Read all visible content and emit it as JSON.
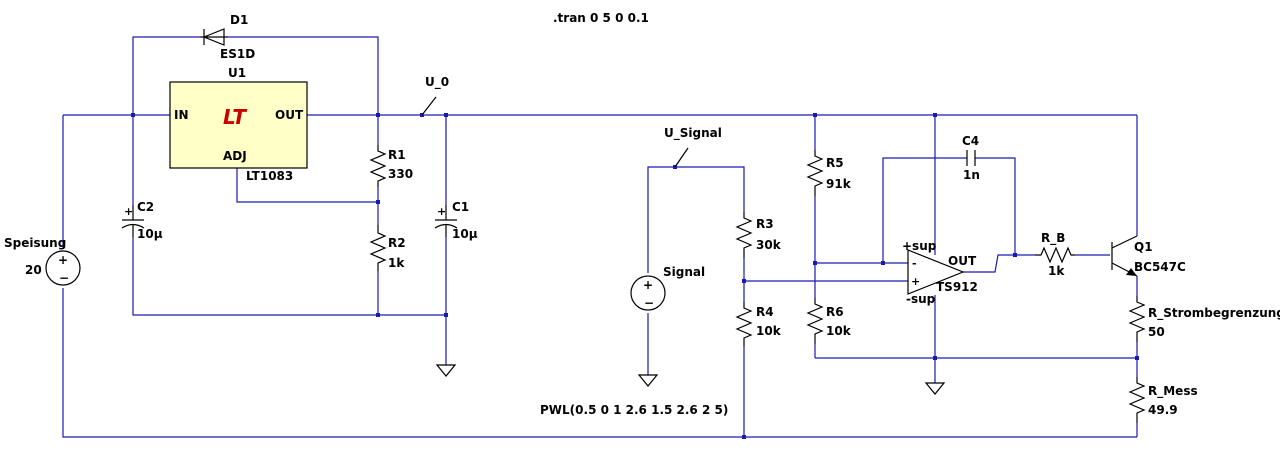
{
  "directive": ".tran 0 5 0 0.1",
  "d1": {
    "ref": "D1",
    "value": "ES1D"
  },
  "u1": {
    "ref": "U1",
    "part": "LT1083",
    "pin_in": "IN",
    "pin_out": "OUT",
    "pin_adj": "ADJ",
    "logo": "LT"
  },
  "net_u0": "U_0",
  "net_usignal": "U_Signal",
  "r1": {
    "ref": "R1",
    "value": "330"
  },
  "r2": {
    "ref": "R2",
    "value": "1k"
  },
  "r3": {
    "ref": "R3",
    "value": "30k"
  },
  "r4": {
    "ref": "R4",
    "value": "10k"
  },
  "r5": {
    "ref": "R5",
    "value": "91k"
  },
  "r6": {
    "ref": "R6",
    "value": "10k"
  },
  "rb": {
    "ref": "R_B",
    "value": "1k"
  },
  "rs": {
    "ref": "R_Strombegrenzung",
    "value": "50"
  },
  "rm": {
    "ref": "R_Mess",
    "value": "49.9"
  },
  "c1": {
    "ref": "C1",
    "value": "10µ"
  },
  "c2": {
    "ref": "C2",
    "value": "10µ"
  },
  "c4": {
    "ref": "C4",
    "value": "1n"
  },
  "q1": {
    "ref": "Q1",
    "part": "BC547C"
  },
  "opamp": {
    "part": "TS912",
    "pin_pos_sup": "+sup",
    "pin_neg_sup": "-sup",
    "pin_out": "OUT"
  },
  "vsup": {
    "ref": "Speisung",
    "value": "20"
  },
  "vsig": {
    "ref": "Signal",
    "value": "PWL(0.5 0 1 2.6 1.5 2.6 2 5)"
  },
  "colors": {
    "wire": "#1a1ab0",
    "component": "#000000",
    "ic_fill": "#ffffc8",
    "logo": "#cc0000"
  }
}
